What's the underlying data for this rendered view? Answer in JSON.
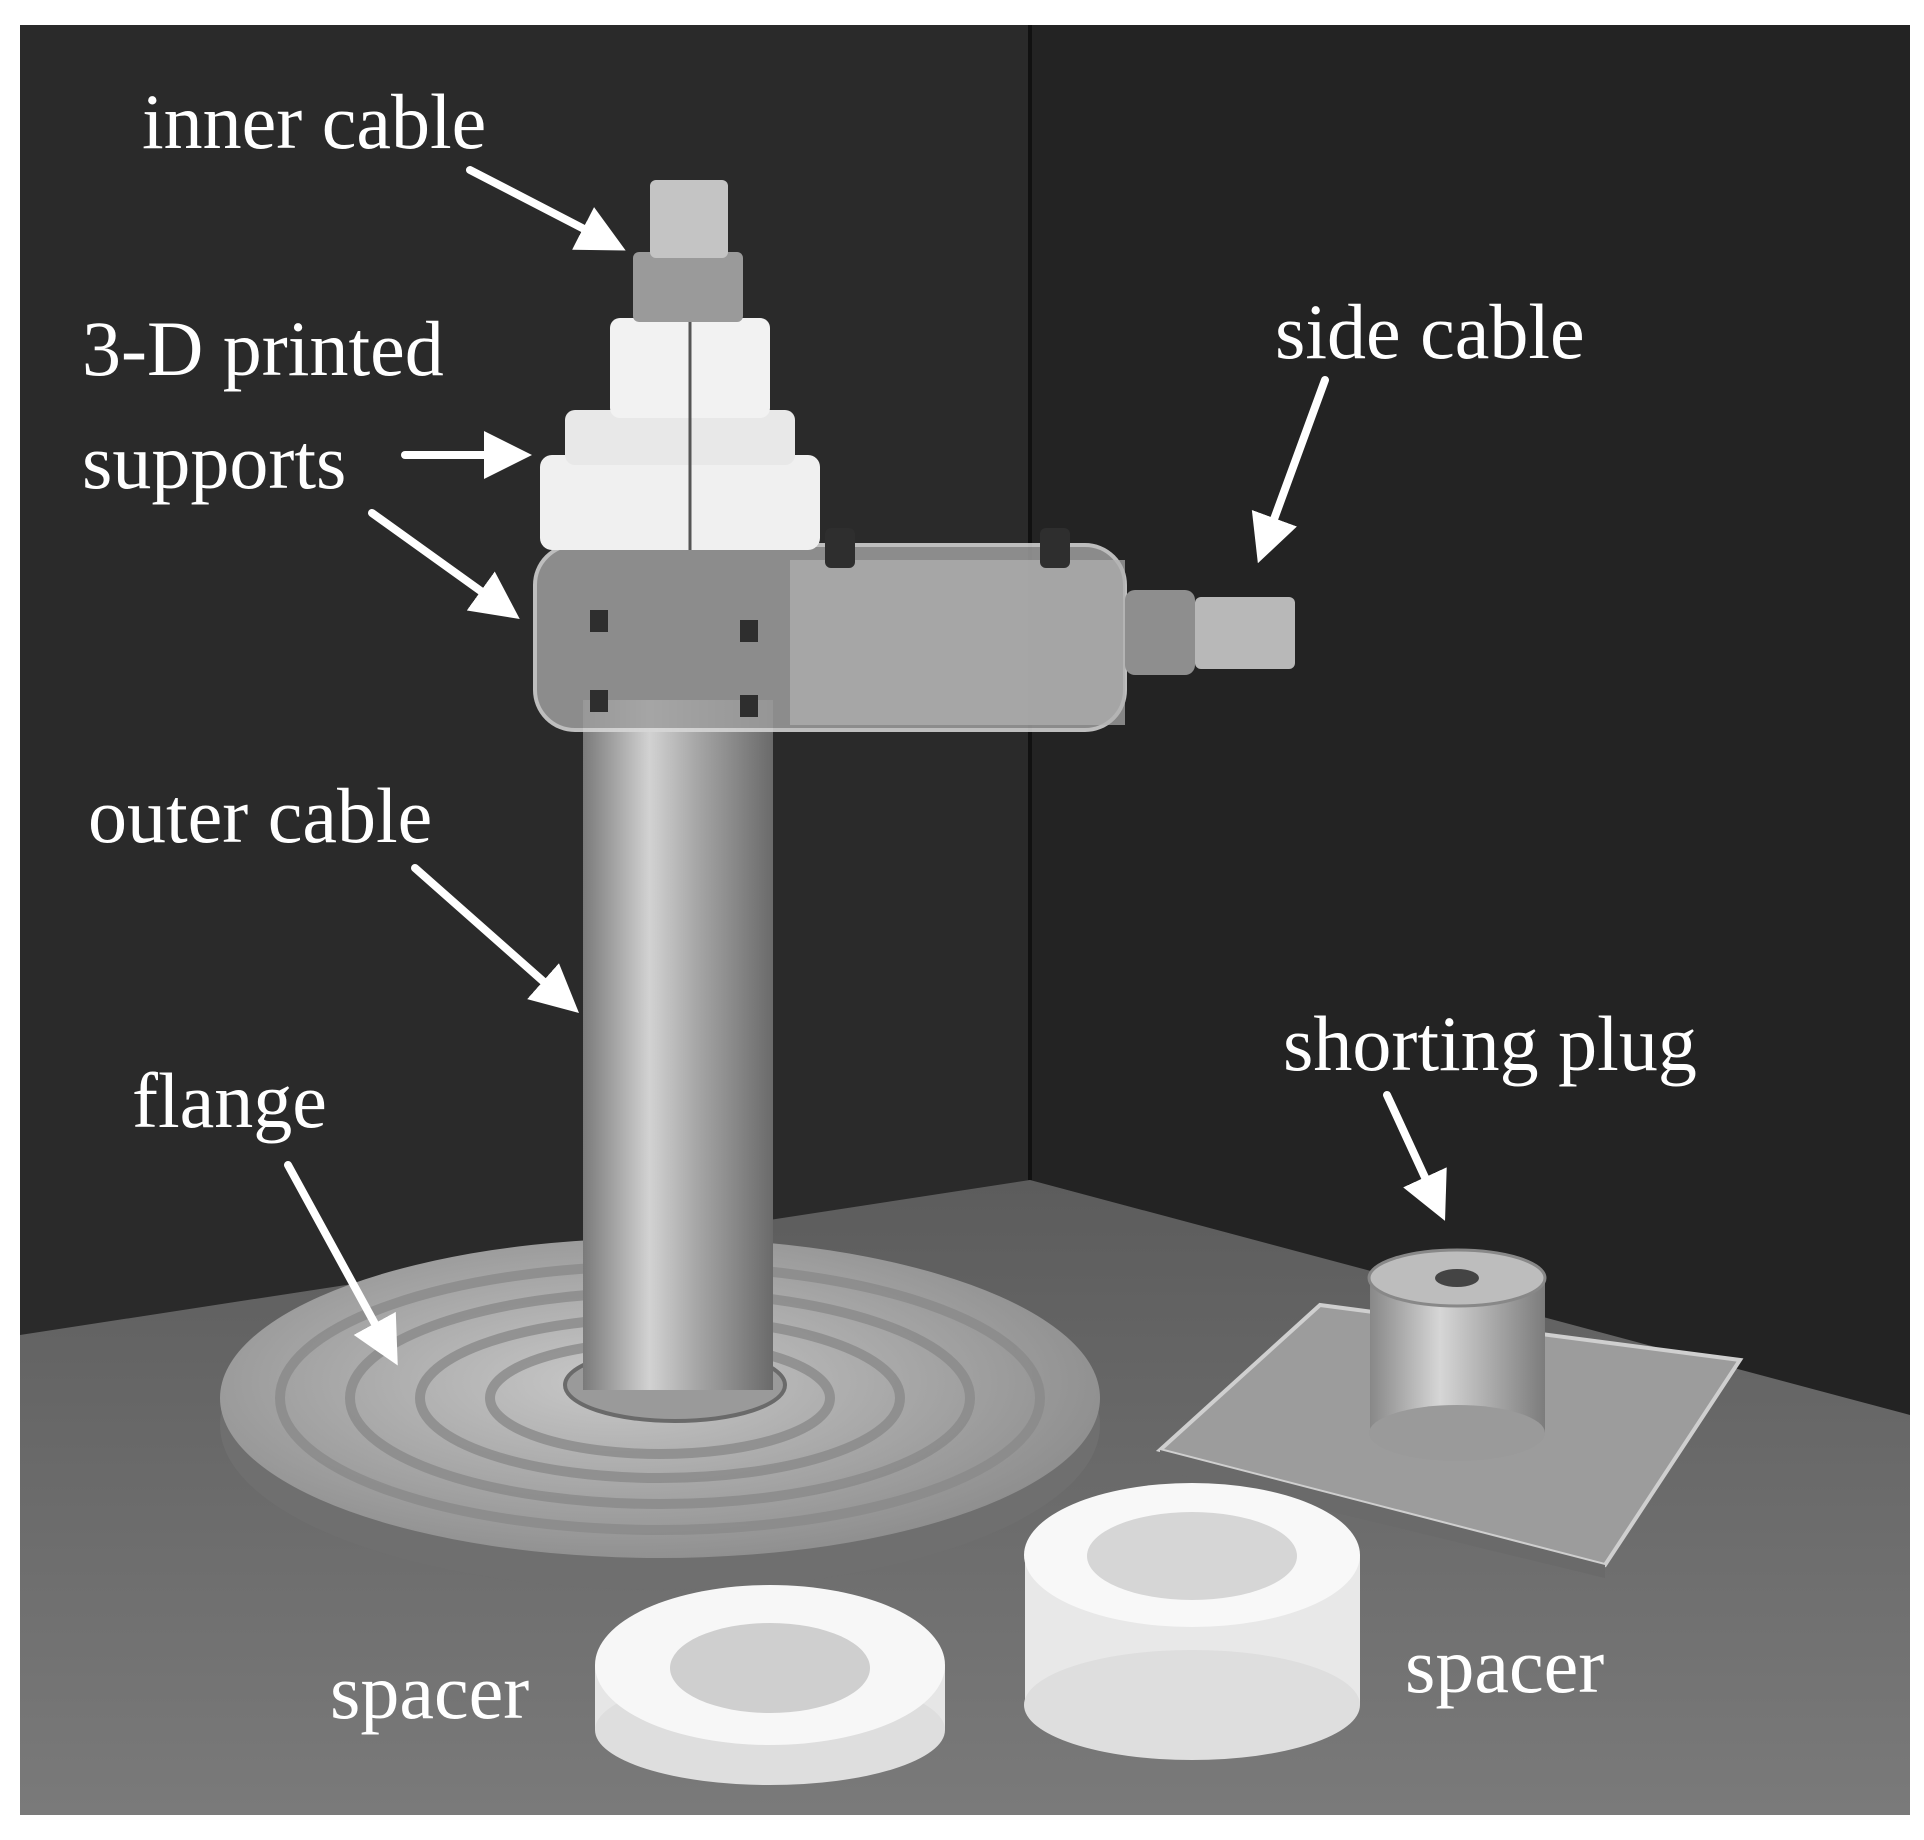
{
  "labels": {
    "inner_cable": "inner cable",
    "printed_supports_line1": "3-D printed",
    "printed_supports_line2": "supports",
    "side_cable": "side cable",
    "outer_cable": "outer cable",
    "flange": "flange",
    "shorting_plug": "shorting plug",
    "spacer_left": "spacer",
    "spacer_right": "spacer"
  },
  "colors": {
    "background_panel": "#262626",
    "table_surface": "#6e6e6e",
    "metal": "#b4b4b4",
    "white_parts": "#f2f2f2",
    "label_text": "#ffffff"
  }
}
